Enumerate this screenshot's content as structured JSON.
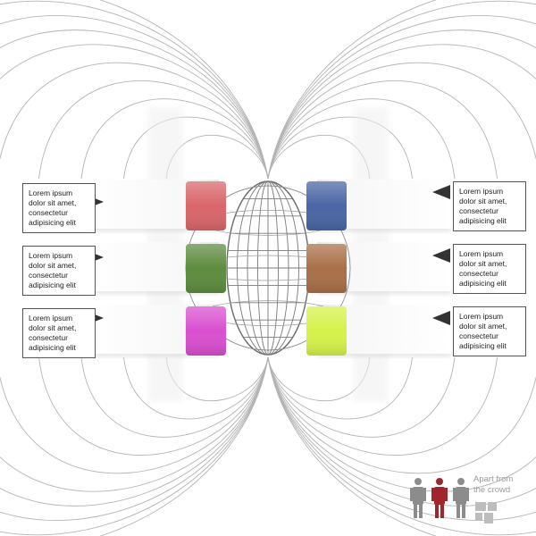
{
  "notes": [
    {
      "side": "left",
      "text": "Lorem ipsum dolor sit amet, consectetur adipisicing elit"
    },
    {
      "side": "left",
      "text": "Lorem ipsum dolor sit amet, consectetur adipisicing elit"
    },
    {
      "side": "left",
      "text": "Lorem ipsum dolor sit amet, consectetur adipisicing elit"
    },
    {
      "side": "right",
      "text": "Lorem ipsum dolor sit amet, consectetur adipisicing elit"
    },
    {
      "side": "right",
      "text": "Lorem ipsum dolor sit amet, consectetur adipisicing elit"
    },
    {
      "side": "right",
      "text": "Lorem ipsum dolor sit amet, consectetur adipisicing elit"
    }
  ],
  "tiles": {
    "left": [
      "#d9666a",
      "#5e8c3e",
      "#d94fcf"
    ],
    "right": [
      "#4a66a4",
      "#a97048",
      "#d5f24a"
    ]
  },
  "brand": {
    "line1": "Apart from",
    "line2": "the crowd",
    "people_colors": [
      "#8c8c8c",
      "#a1262c",
      "#8c8c8c"
    ]
  }
}
